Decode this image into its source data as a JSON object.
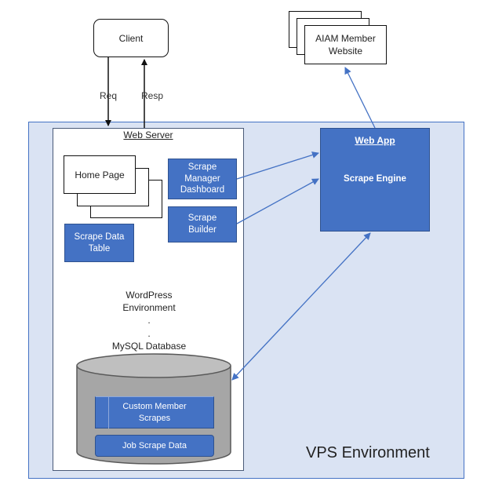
{
  "client": {
    "label": "Client"
  },
  "arrows": {
    "req": "Req",
    "resp": "Resp"
  },
  "aiam": {
    "line1": "AIAM Member",
    "line2": "Website"
  },
  "vps": {
    "label": "VPS Environment"
  },
  "web_server": {
    "title": "Web Server",
    "home_page": "Home Page",
    "scrape_data_table": {
      "line1": "Scrape Data",
      "line2": "Table"
    },
    "scrape_manager": {
      "line1": "Scrape",
      "line2": "Manager",
      "line3": "Dashboard"
    },
    "scrape_builder": {
      "line1": "Scrape",
      "line2": "Builder"
    },
    "wordpress": {
      "line1": "WordPress",
      "line2": "Environment",
      "dot1": ".",
      "dot2": ".",
      "line3": "MySQL Database"
    },
    "database": {
      "custom_member": {
        "line1": "Custom Member",
        "line2": "Scrapes"
      },
      "job_scrape": "Job Scrape Data"
    }
  },
  "web_app": {
    "title": "Web App",
    "subtitle": "Scrape Engine"
  },
  "colors": {
    "vps_fill": "#dae3f3",
    "blue_box": "#4472c4",
    "arrow": "#4472c4",
    "cylinder": "#a6a6a6"
  }
}
